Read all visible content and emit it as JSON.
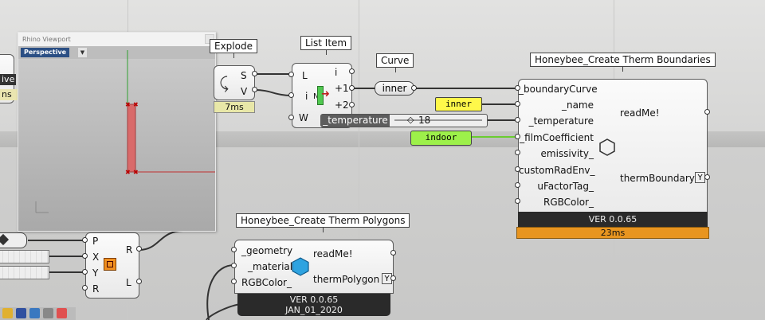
{
  "viewport": {
    "title": "Rhino Viewport",
    "view_tab": "Perspective",
    "colors": {
      "x_axis": "#c03030",
      "y_axis": "#30a030",
      "geometry": "#d96a6a"
    }
  },
  "left_fragments": {
    "fragment_a": "ive",
    "fragment_b": "ns"
  },
  "explode": {
    "title": "Explode",
    "outputs": [
      "S",
      "V"
    ],
    "time": "7ms"
  },
  "list_item": {
    "title": "List Item",
    "inputs": [
      "L",
      "i",
      "W"
    ],
    "outputs": [
      "i",
      "+1",
      "+2"
    ],
    "center": "N"
  },
  "curve": {
    "title": "Curve",
    "param_label": "inner"
  },
  "panels": {
    "inner_text": "inner",
    "indoor_text": "indoor"
  },
  "temperature_slider": {
    "label": "_temperature",
    "value": "18",
    "value_prefix": "◇"
  },
  "therm_boundaries": {
    "title": "Honeybee_Create Therm Boundaries",
    "inputs": [
      "_boundaryCurve",
      "_name",
      "_temperature",
      "_filmCoefficient",
      "emissivity_",
      "customRadEnv_",
      "uFactorTag_",
      "RGBColor_"
    ],
    "outputs": [
      "readMe!",
      "thermBoundary"
    ],
    "version": "VER 0.0.65",
    "time": "23ms"
  },
  "therm_polygons": {
    "title": "Honeybee_Create Therm Polygons",
    "inputs": [
      "_geometry",
      "_material",
      "RGBColor_"
    ],
    "outputs": [
      "readMe!",
      "thermPolygon"
    ],
    "version": "VER 0.0.65",
    "date": "JAN_01_2020"
  },
  "pxyr": {
    "inputs": [
      "P",
      "X",
      "Y",
      "R"
    ],
    "outputs": [
      "R",
      "L"
    ]
  },
  "colors": {
    "panel_yellow": "#fff84a",
    "panel_green": "#9df04a",
    "timer_orange": "#e89520",
    "version_bar": "#2a2a2a",
    "hex_blue": "#2ea3e0"
  }
}
